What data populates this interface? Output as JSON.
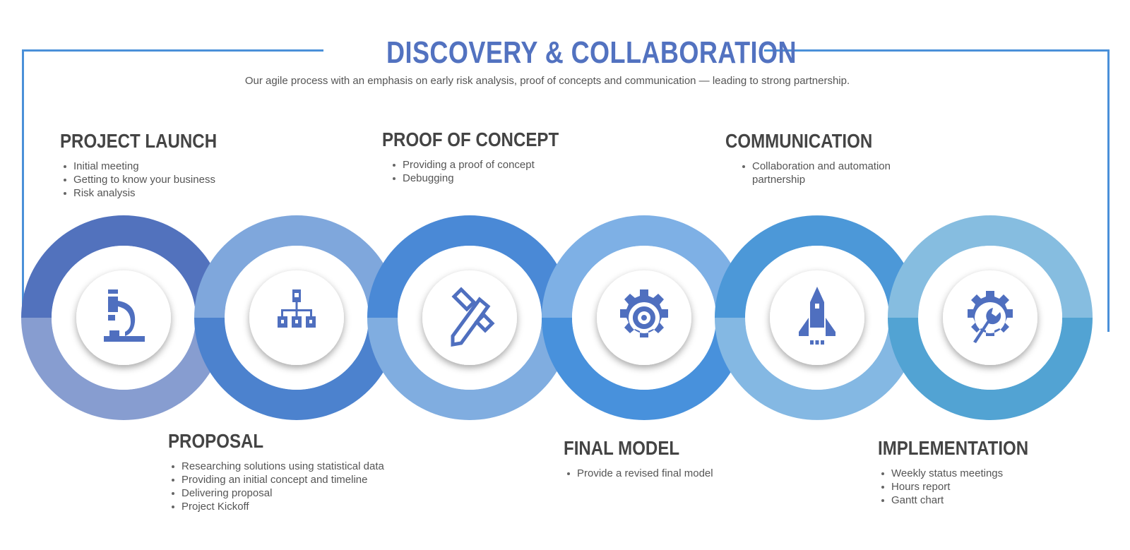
{
  "header": {
    "title": "DISCOVERY & COLLABORATION",
    "subtitle": "Our agile process with an emphasis on early risk analysis, proof of concepts and communication — leading to strong partnership."
  },
  "colors": {
    "frame": "#4A90D9",
    "title": "#5272C0",
    "icon": "#4F6FBF",
    "heading": "#444444",
    "text": "#555555"
  },
  "stages": [
    {
      "heading": "PROJECT LAUNCH",
      "icon": "microscope-icon",
      "bullets": [
        "Initial meeting",
        "Getting to know your business",
        "Risk analysis"
      ],
      "ring_top": "#5272BD",
      "ring_bottom": "#879DD0"
    },
    {
      "heading": "PROPOSAL",
      "icon": "hierarchy-icon",
      "bullets": [
        "Researching solutions using statistical data",
        "Providing an initial concept and timeline",
        "Delivering proposal",
        "Project Kickoff"
      ],
      "ring_top": "#7FA7DC",
      "ring_bottom": "#4C82CE"
    },
    {
      "heading": "PROOF OF CONCEPT",
      "icon": "pencil-ruler-icon",
      "bullets": [
        "Providing a proof of concept",
        "Debugging"
      ],
      "ring_top": "#4A89D6",
      "ring_bottom": "#80ADE0"
    },
    {
      "heading": "FINAL MODEL",
      "icon": "gear-icon",
      "bullets": [
        "Provide a revised final model"
      ],
      "ring_top": "#7EB0E5",
      "ring_bottom": "#4891DC"
    },
    {
      "heading": "COMMUNICATION",
      "icon": "rocket-icon",
      "bullets": [
        "Collaboration and automation partnership"
      ],
      "ring_top": "#4C98D8",
      "ring_bottom": "#84B8E3"
    },
    {
      "heading": "IMPLEMENTATION",
      "icon": "gear-wrench-icon",
      "bullets": [
        "Weekly status meetings",
        "Hours report",
        "Gantt chart"
      ],
      "ring_top": "#86BDE0",
      "ring_bottom": "#52A3D3"
    }
  ]
}
